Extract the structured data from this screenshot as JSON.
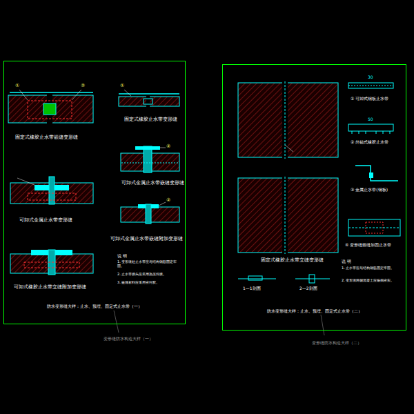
{
  "diagram": {
    "nodes": [
      {
        "text": [
          "防水变形缝大样：止水、预埋、固定式止水带（一）"
        ]
      },
      {
        "text": [
          "防水变形缝大样：止水、预埋、固定式止水带（二）"
        ]
      }
    ],
    "labels": [
      "固定式橡胶止水带嵌缝变形缝",
      "固定式橡胶止水带变形缝",
      "可卸式金属止水带嵌缝变形缝",
      "可卸式金属止水带变形缝",
      "可卸式金属止水带嵌缝附加变形缝",
      "可卸式橡胶止水带立缝附加变形缝",
      "说 明",
      "1. 变形缝处止水带应与结构钢筋固定牢固。",
      "2. 止水带接头应采用热压焊接。",
      "3. 嵌缝材料应采用密封胶。",
      "①",
      "②",
      "①",
      "②",
      "②",
      "变形缝防水构造大样（一）",
      "固定式橡胶止水带立缝变形缝",
      "1—1剖面",
      "2—2剖面",
      "① 可卸式钢板止水带",
      "② 外贴式橡胶止水带",
      "③ 金属止水带(钢板)",
      "④ 变形缝嵌缝加固止水带",
      "说 明",
      "1. 止水带应与结构钢筋固定牢固。",
      "2. 变形缝两侧混凝土应振捣密实。",
      "变形缝防水构造大样（二）",
      "30",
      "50"
    ]
  }
}
